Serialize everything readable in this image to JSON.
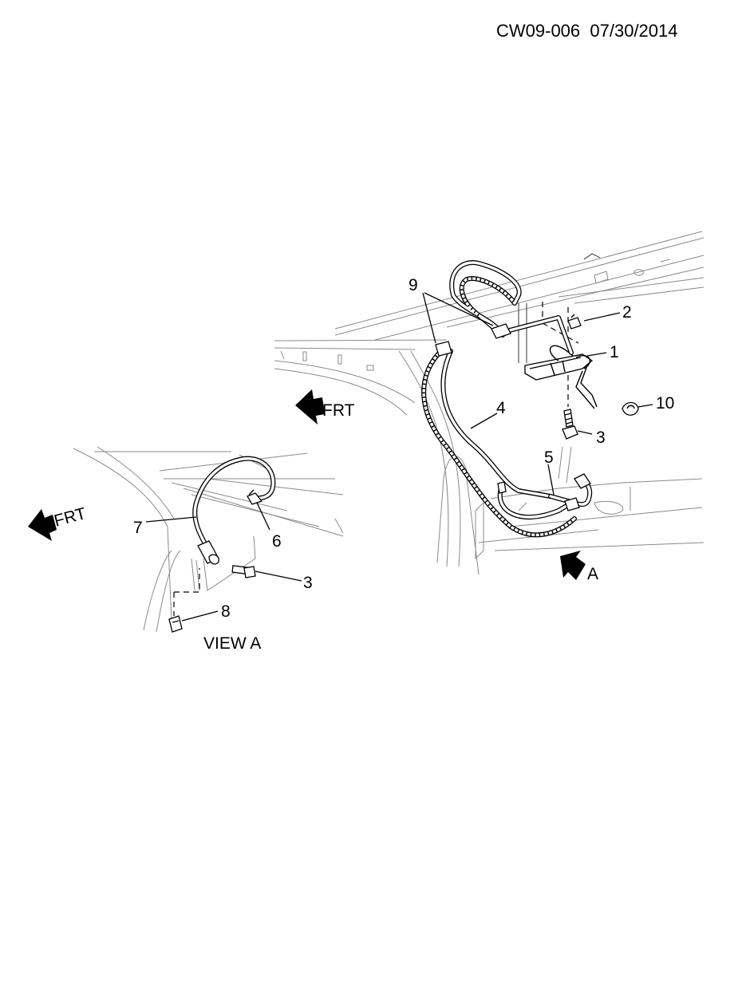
{
  "header": {
    "code": "CW09-006",
    "date": "07/30/2014"
  },
  "callouts": {
    "c1": "1",
    "c2": "2",
    "c3_main": "3",
    "c3_view": "3",
    "c4": "4",
    "c5": "5",
    "c6": "6",
    "c7": "7",
    "c8": "8",
    "c9": "9",
    "c10": "10"
  },
  "direction_labels": {
    "frt_main": "FRT",
    "frt_view": "FRT",
    "view_arrow": "A"
  },
  "view_title": "VIEW A"
}
